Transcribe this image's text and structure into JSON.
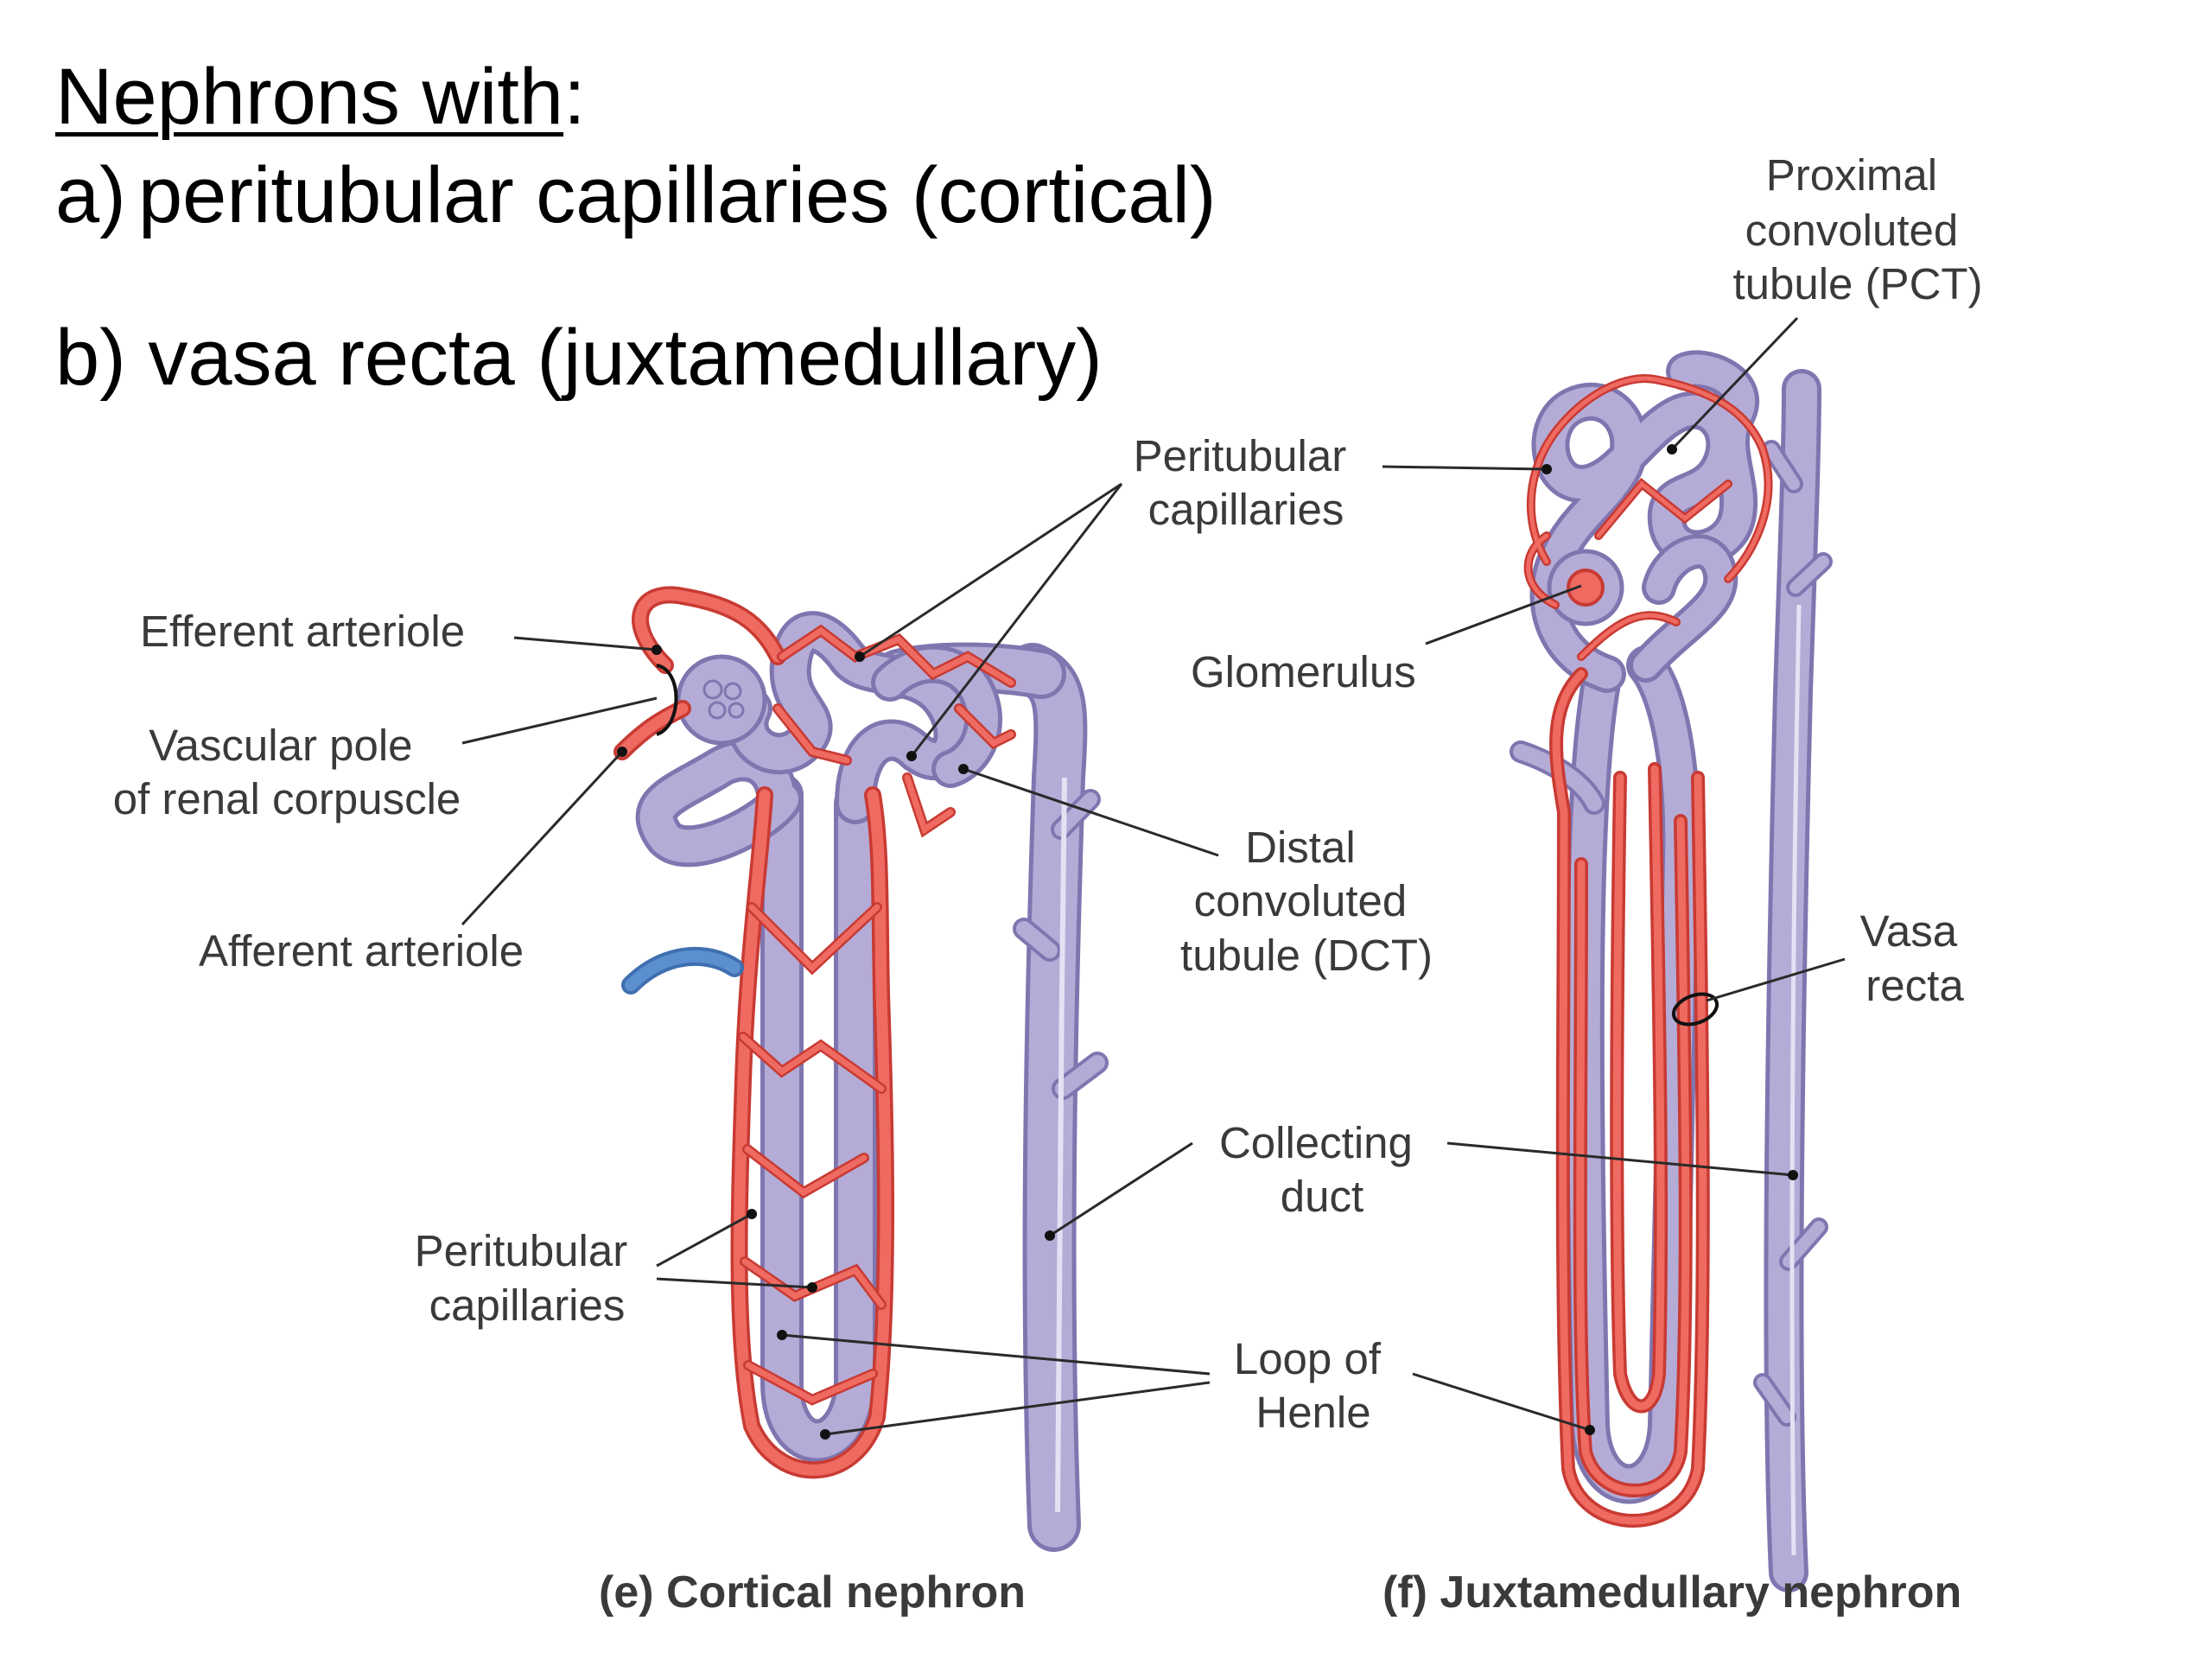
{
  "heading": {
    "title_underlined": "Nephrons with",
    "title_colon": ":",
    "line_a_marker": "a)",
    "line_a_text": "peritubular capillaries (cortical)",
    "line_b": "b) vasa recta (juxtamedullary)"
  },
  "labels": {
    "proximal_convoluted_tubule": [
      "Proximal",
      "convoluted",
      "tubule (PCT)"
    ],
    "peritubular_capillaries_top": [
      "Peritubular",
      "capillaries"
    ],
    "efferent_arteriole": "Efferent arteriole",
    "vascular_pole": [
      "Vascular pole",
      "of renal corpuscle"
    ],
    "glomerulus": "Glomerulus",
    "distal_convoluted_tubule": [
      "Distal",
      "convoluted",
      "tubule (DCT)"
    ],
    "afferent_arteriole": "Afferent arteriole",
    "vasa_recta": [
      "Vasa",
      "recta"
    ],
    "collecting_duct": [
      "Collecting",
      "duct"
    ],
    "peritubular_capillaries_bottom": [
      "Peritubular",
      "capillaries"
    ],
    "loop_of_henle": [
      "Loop of",
      "Henle"
    ]
  },
  "captions": {
    "cortical": "(e) Cortical nephron",
    "juxtamedullary": "(f)  Juxtamedullary nephron"
  },
  "colors": {
    "tubule": "#b4acd6",
    "tubule_edge": "#7f76b0",
    "capillary": "#ef6b61",
    "capillary_edge": "#c83a33",
    "vein": "#5b8fd0",
    "leader": "#2a2a2a",
    "text": "#3a3a3a"
  }
}
